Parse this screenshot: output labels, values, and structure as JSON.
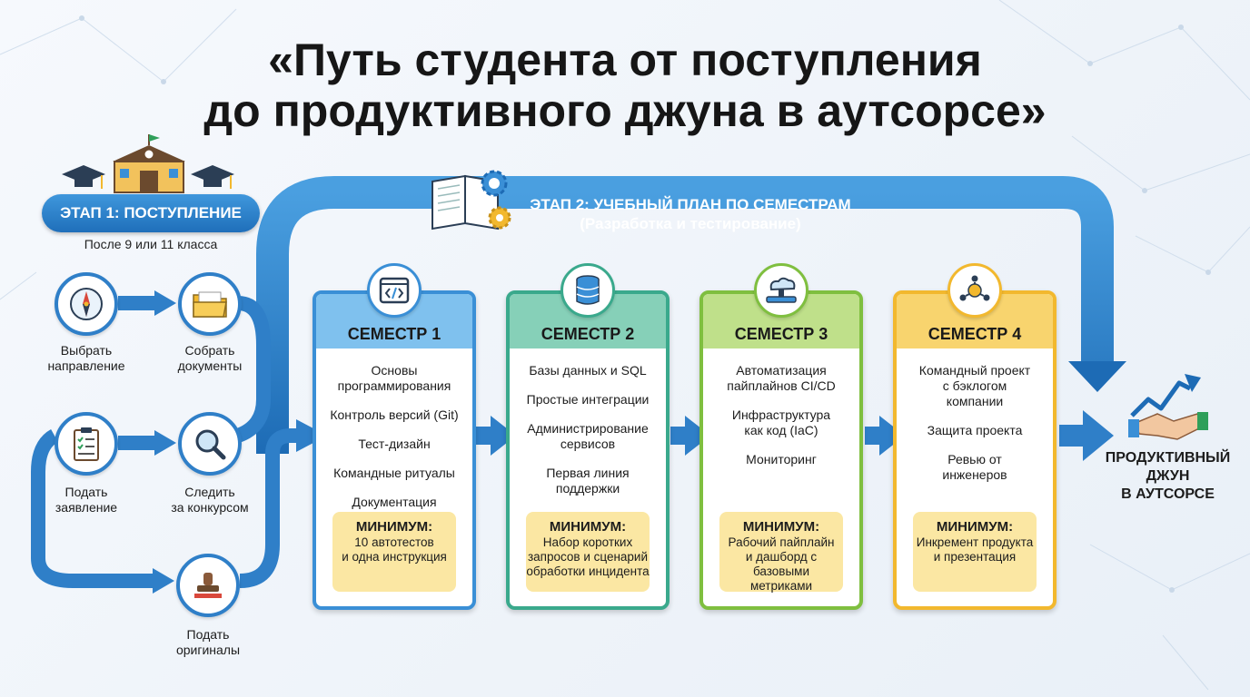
{
  "title": {
    "line1": "«Путь студента от поступления",
    "line2": "до продуктивного джуна в аутсорсе»"
  },
  "stage1": {
    "label": "ЭТАП 1: ПОСТУПЛЕНИЕ",
    "subtitle": "После 9 или 11 класса",
    "steps": [
      {
        "label": "Выбрать\nнаправление",
        "icon": "compass-icon"
      },
      {
        "label": "Собрать\nдокументы",
        "icon": "folder-icon"
      },
      {
        "label": "Подать\nзаявление",
        "icon": "clipboard-icon"
      },
      {
        "label": "Следить\nза конкурсом",
        "icon": "magnifier-icon"
      },
      {
        "label": "Подать\nоригиналы",
        "icon": "stamp-icon"
      }
    ]
  },
  "stage2": {
    "label_line1": "ЭТАП 2: УЧЕБНЫЙ ПЛАН ПО СЕМЕСТРАМ",
    "label_line2": "(Разработка и тестирование)"
  },
  "semesters": [
    {
      "title": "СЕМЕСТР 1",
      "icon": "code-window-icon",
      "items": [
        "Основы\nпрограммирования",
        "Контроль версий (Git)",
        "Тест-дизайн",
        "Командные ритуалы",
        "Документация"
      ],
      "min_title": "МИНИМУМ:",
      "min_text": "10 автотестов\nи одна инструкция",
      "color": "#3a8fd6",
      "head_color": "#7fc1ee"
    },
    {
      "title": "СЕМЕСТР 2",
      "icon": "database-icon",
      "items": [
        "Базы данных и SQL",
        "Простые интеграции",
        "Администрирование\nсервисов",
        "Первая линия\nподдержки"
      ],
      "min_title": "МИНИМУМ:",
      "min_text": "Набор коротких\nзапросов и сценарий\nобработки инцидента",
      "color": "#3aa98c",
      "head_color": "#86d0b8"
    },
    {
      "title": "СЕМЕСТР 3",
      "icon": "cloud-pipeline-icon",
      "items": [
        "Автоматизация\nпайплайнов CI/CD",
        "Инфраструктура\nкак код (IaC)",
        "Мониторинг"
      ],
      "min_title": "МИНИМУМ:",
      "min_text": "Рабочий пайплайн\nи дашборд с базовыми\nметриками",
      "color": "#7fbf3f",
      "head_color": "#bfe08a"
    },
    {
      "title": "СЕМЕСТР 4",
      "icon": "team-icon",
      "items": [
        "Командный проект\nс бэклогом\nкомпании",
        "Защита проекта",
        "Ревью от\nинженеров"
      ],
      "min_title": "МИНИМУМ:",
      "min_text": "Инкремент продукта\nи презентация",
      "color": "#f2b82e",
      "head_color": "#f8d46e"
    }
  ],
  "final": {
    "label": "ПРОДУКТИВНЫЙ\nДЖУН\nВ АУТСОРСЕ",
    "icon": "handshake-growth-icon"
  }
}
